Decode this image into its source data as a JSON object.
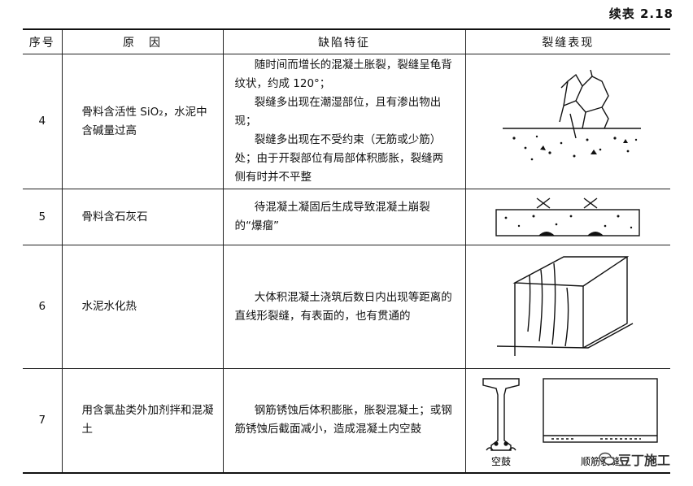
{
  "caption": "续表 2.18",
  "headers": {
    "no": "序号",
    "cause": "原　因",
    "defect": "缺陷特征",
    "appearance": "裂缝表现"
  },
  "rows": [
    {
      "no": "4",
      "cause": "骨料含活性 SiO₂，水泥中含碱量过高",
      "defect": [
        "随时间而增长的混凝土胀裂，裂缝呈龟背纹状，约成 120°；",
        "裂缝多出现在潮湿部位，且有渗出物出现；",
        "裂缝多出现在不受约束（无筋或少筋）处；由于开裂部位有局部体积膨胀，裂缝两侧有时并不平整"
      ]
    },
    {
      "no": "5",
      "cause": "骨料含石灰石",
      "defect": [
        "待混凝土凝固后生成导致混凝土崩裂的“爆瘤”"
      ]
    },
    {
      "no": "6",
      "cause": "水泥水化热",
      "defect": [
        "大体积混凝土浇筑后数日内出现等距离的直线形裂缝，有表面的，也有贯通的"
      ]
    },
    {
      "no": "7",
      "cause": "用含氯盐类外加剂拌和混凝土",
      "defect": [
        "钢筋锈蚀后体积膨胀，胀裂混凝土；或钢筋锈蚀后截面减小，造成混凝土内空鼓"
      ],
      "fig_labels": {
        "left": "空鼓",
        "right": "顺筋裂缝"
      }
    }
  ],
  "watermark": {
    "text": "豆丁施工",
    "icon": "chat-bubble-icon"
  }
}
